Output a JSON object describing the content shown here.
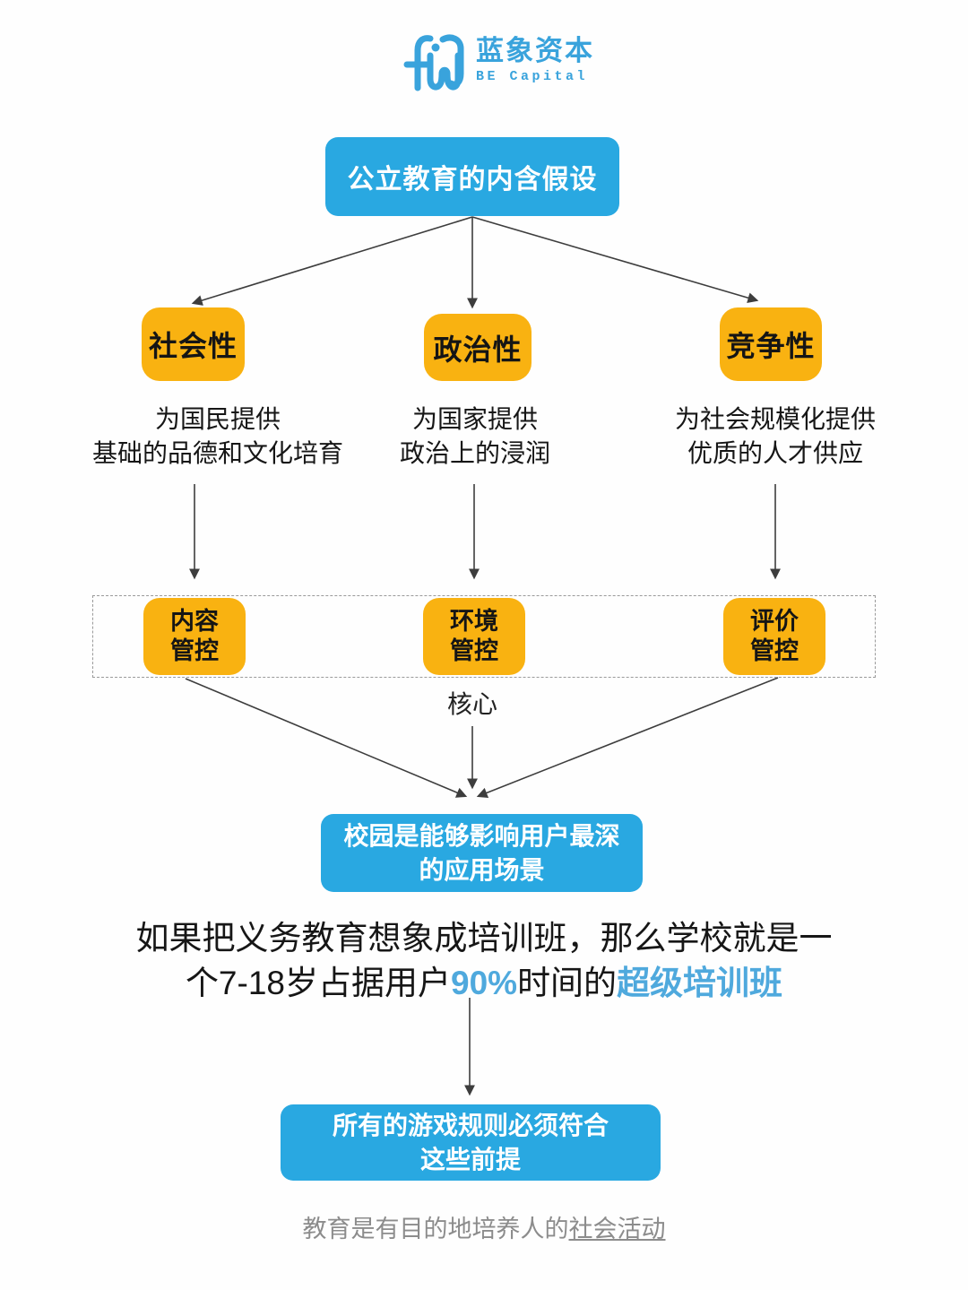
{
  "brand": {
    "name_cn": "蓝象资本",
    "name_en": "BE Capital",
    "color": "#39A3DC"
  },
  "colors": {
    "node_blue": "#29A8E1",
    "tag_yellow": "#F9B211",
    "highlight_blue": "#4FA9DD",
    "footer_gray": "#8C8C8C"
  },
  "root_node": {
    "label": "公立教育的内含假设"
  },
  "columns": [
    {
      "tag": "社会性",
      "desc_line1": "为国民提供",
      "desc_line2": "基础的品德和文化培育",
      "ctrl_line1": "内容",
      "ctrl_line2": "管控"
    },
    {
      "tag": "政治性",
      "desc_line1": "为国家提供",
      "desc_line2": "政治上的浸润",
      "ctrl_line1": "环境",
      "ctrl_line2": "管控"
    },
    {
      "tag": "竞争性",
      "desc_line1": "为社会规模化提供",
      "desc_line2": "优质的人才供应",
      "ctrl_line1": "评价",
      "ctrl_line2": "管控"
    }
  ],
  "core_label": "核心",
  "scene_node": {
    "line1": "校园是能够影响用户最深",
    "line2": "的应用场景"
  },
  "statement": {
    "line1": "如果把义务教育想象成培训班，那么学校就是一",
    "line2_prefix": "个7-18岁占据用户",
    "line2_highlight1": "90%",
    "line2_middle": "时间的",
    "line2_highlight2": "超级培训班"
  },
  "rule_node": {
    "line1": "所有的游戏规则必须符合",
    "line2": "这些前提"
  },
  "footer": {
    "prefix": "教育是有目的地培养人的",
    "underlined": "社会活动"
  }
}
